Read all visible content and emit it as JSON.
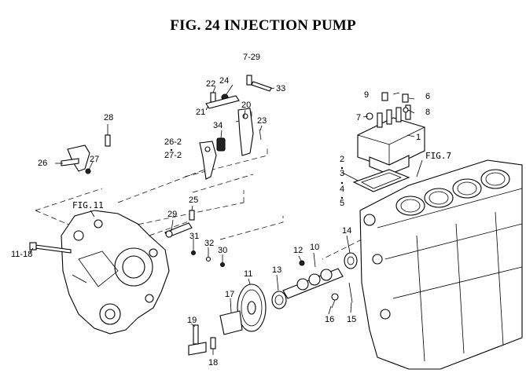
{
  "title": "FIG. 24  INJECTION PUMP",
  "references": [
    "FIG.11",
    "FIG.7"
  ],
  "callouts": [
    "1",
    "2",
    "3",
    "4",
    "5",
    "6",
    "7",
    "7-29",
    "8",
    "9",
    "10",
    "11",
    "11-18",
    "12",
    "13",
    "14",
    "15",
    "16",
    "17",
    "18",
    "19",
    "20",
    "21",
    "22",
    "23",
    "24",
    "25",
    "26",
    "26-2",
    "27",
    "27-2",
    "28",
    "29",
    "30",
    "31",
    "32",
    "33",
    "34"
  ]
}
